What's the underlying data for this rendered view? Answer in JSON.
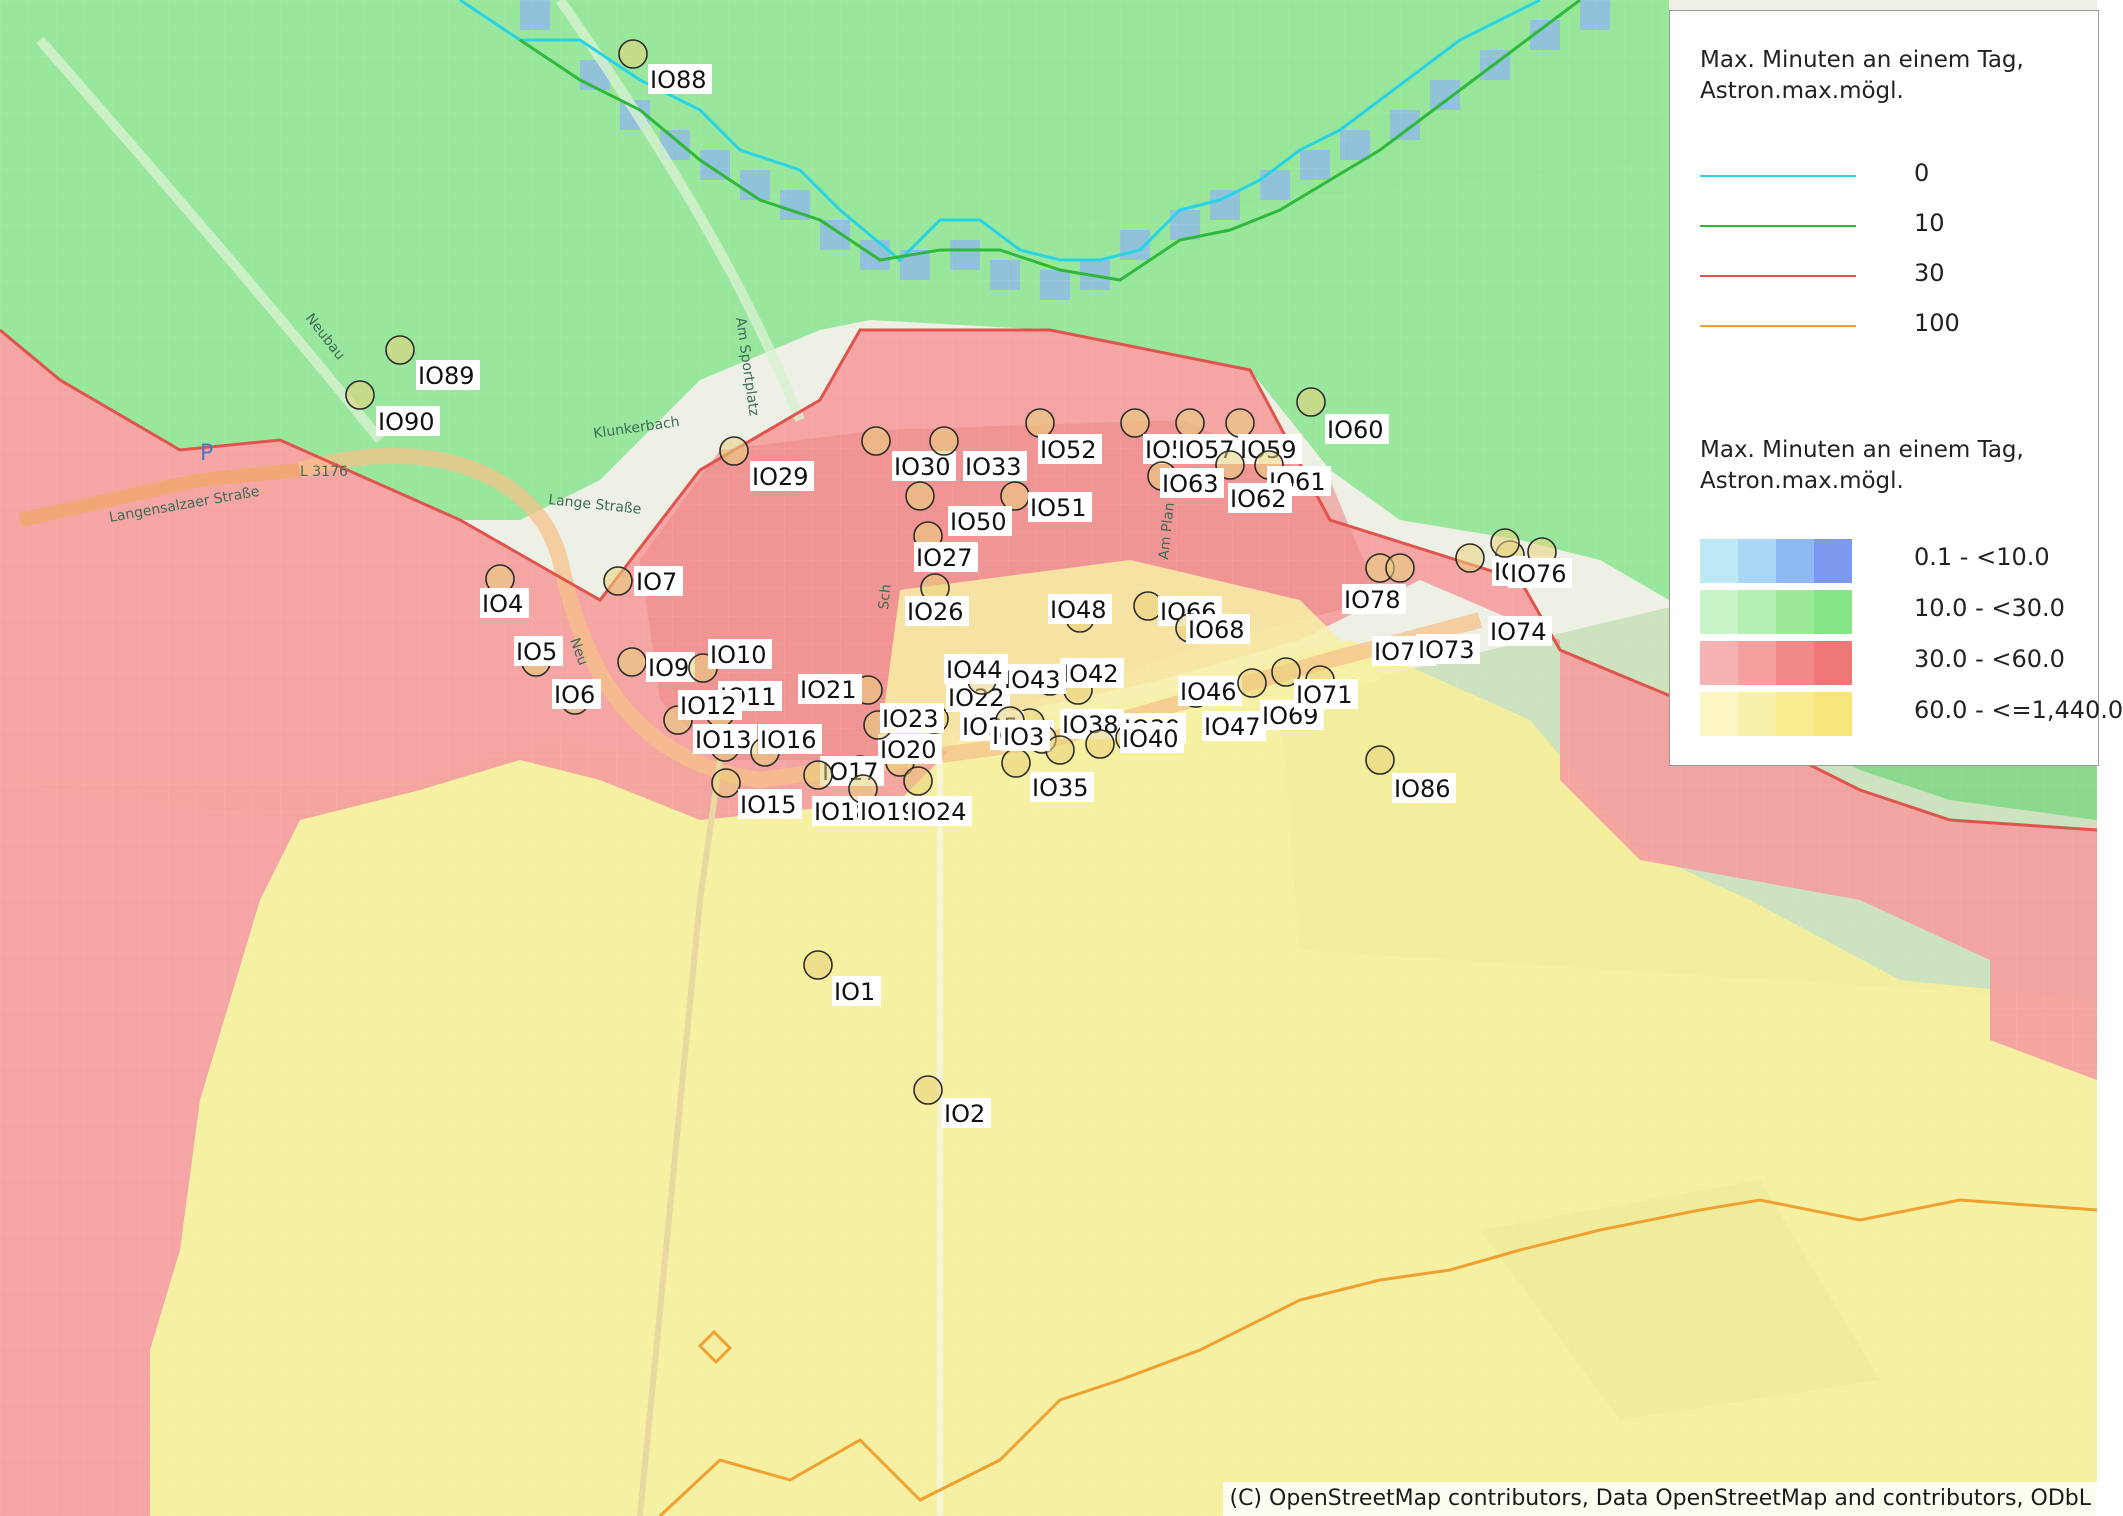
{
  "map": {
    "street_labels": [
      "Neubau",
      "Am Sportplatz",
      "Langensalzaer Straße",
      "L 3176",
      "Lange Straße",
      "Klunkerbach",
      "P",
      "Am Plan",
      "Neu",
      "Sch"
    ],
    "receptor_labels": [
      "IO88",
      "IO89",
      "IO90",
      "IO29",
      "IO30",
      "IO33",
      "IO52",
      "IO5",
      "IO57",
      "IO59",
      "IO60",
      "IO61",
      "IO62",
      "IO63",
      "IO51",
      "IO50",
      "IO27",
      "IO26",
      "IO48",
      "IO66",
      "IO68",
      "IO4",
      "IO5",
      "IO6",
      "IO7",
      "IO9",
      "IO10",
      "IO11",
      "IO12",
      "IO13",
      "IO15",
      "IO16",
      "IO17",
      "IO18",
      "IO19",
      "IO20",
      "IO21",
      "IO22",
      "IO23",
      "IO24",
      "IO25",
      "IO35",
      "IO37",
      "IO38",
      "IO39",
      "IO40",
      "IO42",
      "IO43",
      "IO44",
      "IO46",
      "IO47",
      "IO69",
      "IO71",
      "IO72",
      "IO73",
      "IO74",
      "IO75",
      "IO76",
      "IO78",
      "IO86",
      "IO3",
      "IO1",
      "IO2"
    ]
  },
  "legend": {
    "lines_title": "Max. Minuten an einem Tag,\nAstron.max.mögl.",
    "lines": [
      {
        "label": "0",
        "color": "#29d3e6"
      },
      {
        "label": "10",
        "color": "#2fb83a"
      },
      {
        "label": "30",
        "color": "#e0544e"
      },
      {
        "label": "100",
        "color": "#f0a030"
      }
    ],
    "areas_title": "Max. Minuten an einem Tag,\nAstron.max.mögl.",
    "areas": [
      {
        "label": "0.1 - <10.0",
        "colors": [
          "#bfe8f7",
          "#a9d6f5",
          "#8fb9f2",
          "#7d98ef"
        ]
      },
      {
        "label": "10.0 - <30.0",
        "colors": [
          "#c8f5c8",
          "#b4f0b2",
          "#9aea99",
          "#85e485"
        ]
      },
      {
        "label": "30.0 - <60.0",
        "colors": [
          "#f6b3b3",
          "#f59f9f",
          "#f18a8a",
          "#ee7777"
        ]
      },
      {
        "label": "60.0 - <=1,440.0",
        "colors": [
          "#fbf6c4",
          "#faf1a9",
          "#f8ec8f",
          "#f6e67a"
        ]
      }
    ]
  },
  "attribution": "(C) OpenStreetMap contributors, Data OpenStreetMap and contributors, ODbL"
}
